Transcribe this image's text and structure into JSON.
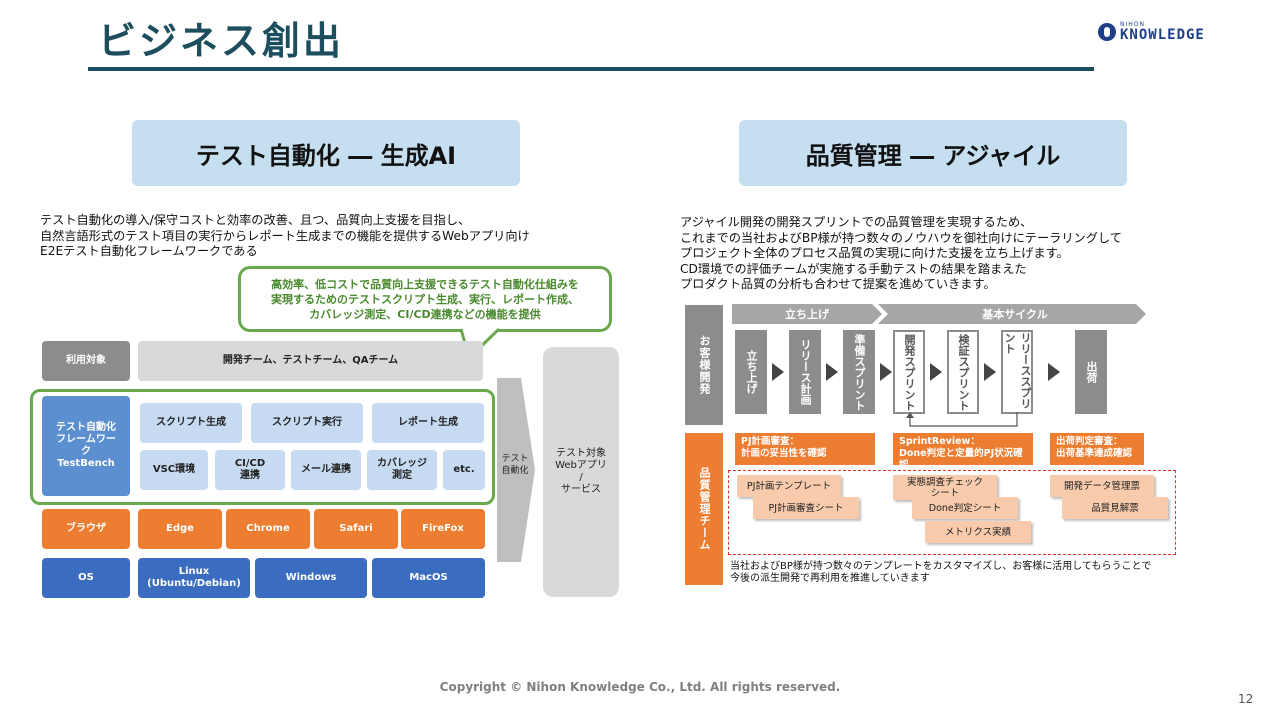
{
  "title": "ビジネス創出",
  "logo": {
    "small": "NIHON",
    "big": "KNOWLEDGE"
  },
  "left": {
    "heading": "テスト自動化 ― 生成AI",
    "description": "テスト自動化の導入/保守コストと効率の改善、且つ、品質向上支援を目指し、\n自然言語形式のテスト項目の実行からレポート生成までの機能を提供するWebアプリ向け\nE2Eテスト自動化フレームワークである",
    "callout": "高効率、低コストで品質向上支援できるテスト自動化仕組みを\n実現するためのテストスクリプト生成、実行、レポート作成、\nカバレッジ測定、CI/CD連携などの機能を提供",
    "users_label": "利用対象",
    "users_value": "開発チーム、テストチーム、QAチーム",
    "framework": "テスト自動化\nフレームワー\nク\nTestBench",
    "features": [
      "スクリプト生成",
      "スクリプト実行",
      "レポート生成"
    ],
    "integrations": [
      "VSC環境",
      "CI/CD\n連携",
      "メール連携",
      "カバレッジ\n測定",
      "etc."
    ],
    "browser_label": "ブラウザ",
    "browsers": [
      "Edge",
      "Chrome",
      "Safari",
      "FireFox"
    ],
    "os_label": "OS",
    "os_list": [
      "Linux\n(Ubuntu/Debian)",
      "Windows",
      "MacOS"
    ],
    "arrow_label": "テスト\n自動化",
    "target": "テスト対象\nWebアプリ\n/\nサービス"
  },
  "right": {
    "heading": "品質管理 ― アジャイル",
    "description": "アジャイル開発の開発スプリントでの品質管理を実現するため、\nこれまでの当社およびBP様が持つ数々のノウハウを御社向けにテーラリングして\nプロジェクト全体のプロセス品質の実現に向けた支援を立ち上げます。\nCD環境での評価チームが実施する手動テストの結果を踏まえた\nプロダクト品質の分析も合わせて提案を進めていきます。",
    "row1_label": "お客様開発",
    "row2_label": "品質管理チーム",
    "band_startup": "立ち上げ",
    "band_cycle": "基本サイクル",
    "phases": [
      "立ち上げ",
      "リリース計画",
      "準備スプリント",
      "開発スプリント",
      "検証スプリント",
      "リリーススプリント",
      "出荷"
    ],
    "reviews": [
      "PJ計画審査：\n計画の妥当性を確認",
      "SprintReview：\nDone判定と定量的PJ状況確認",
      "出荷判定審査：\n出荷基準達成確認"
    ],
    "templates": [
      "PJ計画テンプレート",
      "PJ計画審査シート",
      "実態調査チェック\nシート",
      "Done判定シート",
      "メトリクス実績",
      "開発データ管理票",
      "品質見解票"
    ],
    "note": "当社およびBP様が持つ数々のテンプレートをカスタマイズし、お客様に活用してもらうことで\n今後の派生開発で再利用を推進していきます"
  },
  "footer": "Copyright © Nihon Knowledge Co., Ltd. All rights reserved.",
  "page_number": "12"
}
